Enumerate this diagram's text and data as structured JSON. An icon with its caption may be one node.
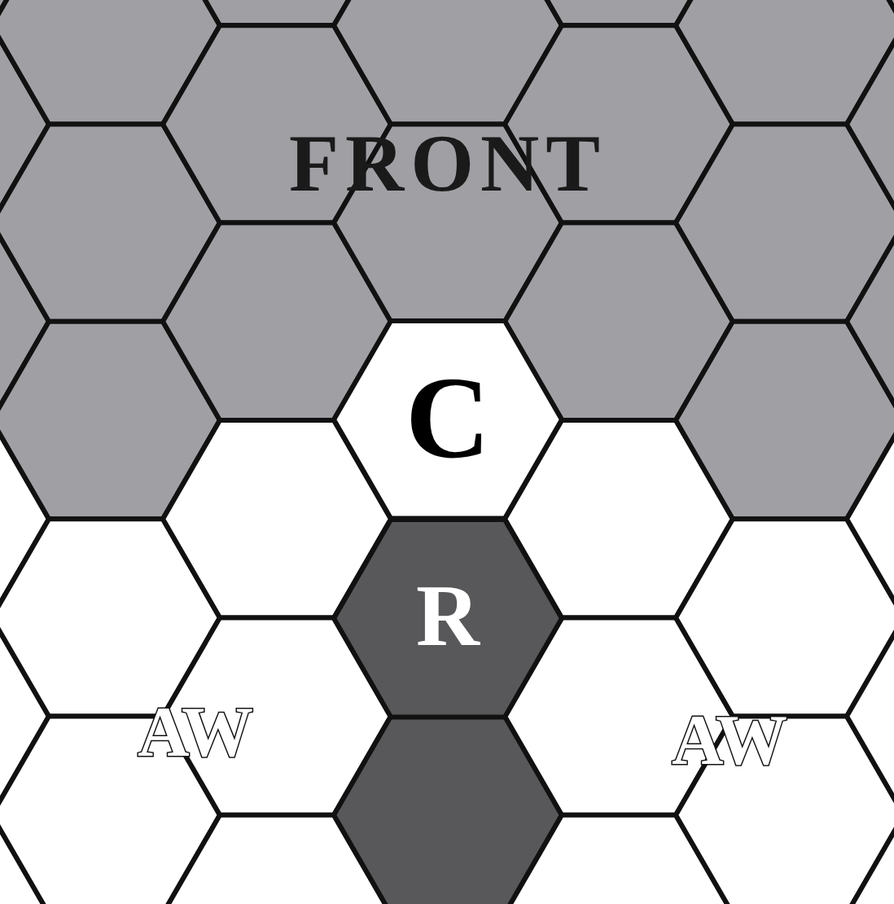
{
  "diagram": {
    "nodes": [
      {
        "text": [
          "C"
        ]
      },
      {
        "text": [
          "R"
        ]
      }
    ],
    "labels": [
      "FRONT",
      "AW",
      "AW"
    ]
  }
}
